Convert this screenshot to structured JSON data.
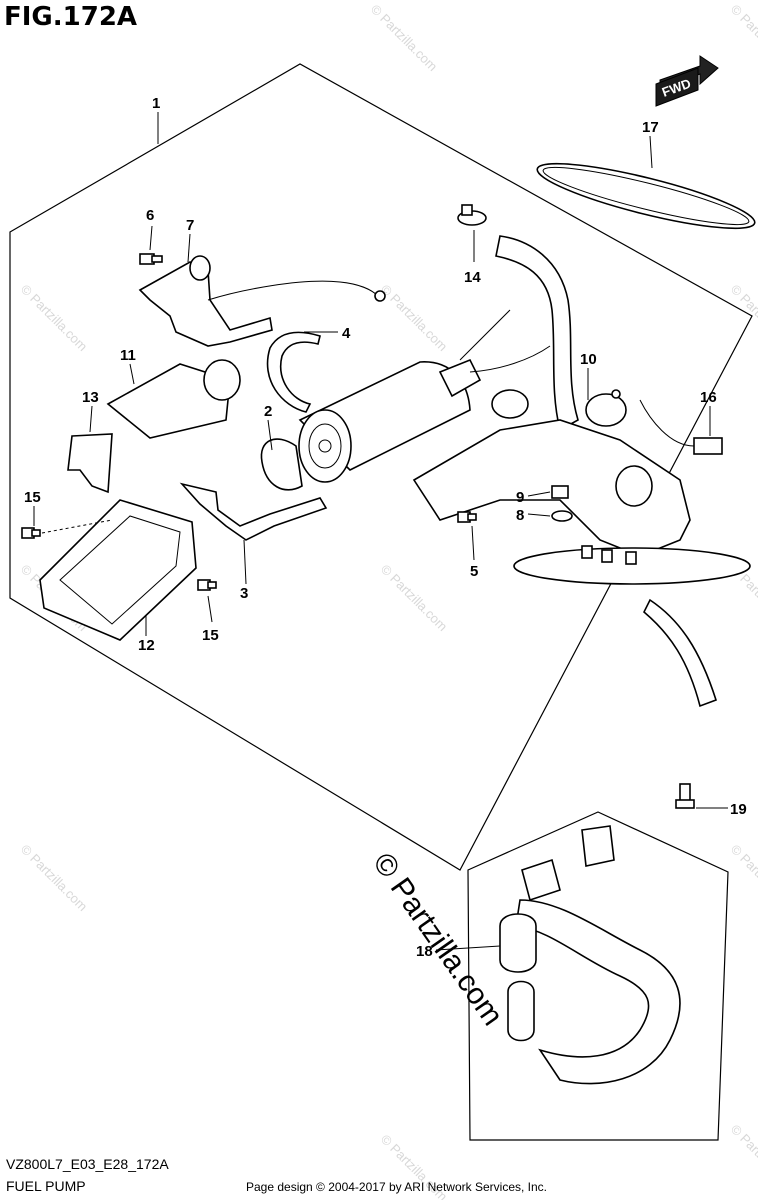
{
  "figure": {
    "title": "FIG.172A",
    "code": "VZ800L7_E03_E28_172A",
    "name": "FUEL PUMP",
    "copyright": "Page design © 2004-2017 by ARI Network Services, Inc.",
    "watermark": "© Partzilla.com",
    "fwd_label": "FWD"
  },
  "callouts": {
    "c1": "1",
    "c2": "2",
    "c3": "3",
    "c4": "4",
    "c5": "5",
    "c6": "6",
    "c7": "7",
    "c8": "8",
    "c9": "9",
    "c10": "10",
    "c11": "11",
    "c12": "12",
    "c13": "13",
    "c14": "14",
    "c15a": "15",
    "c15b": "15",
    "c16": "16",
    "c17": "17",
    "c18": "18",
    "c19": "19"
  }
}
